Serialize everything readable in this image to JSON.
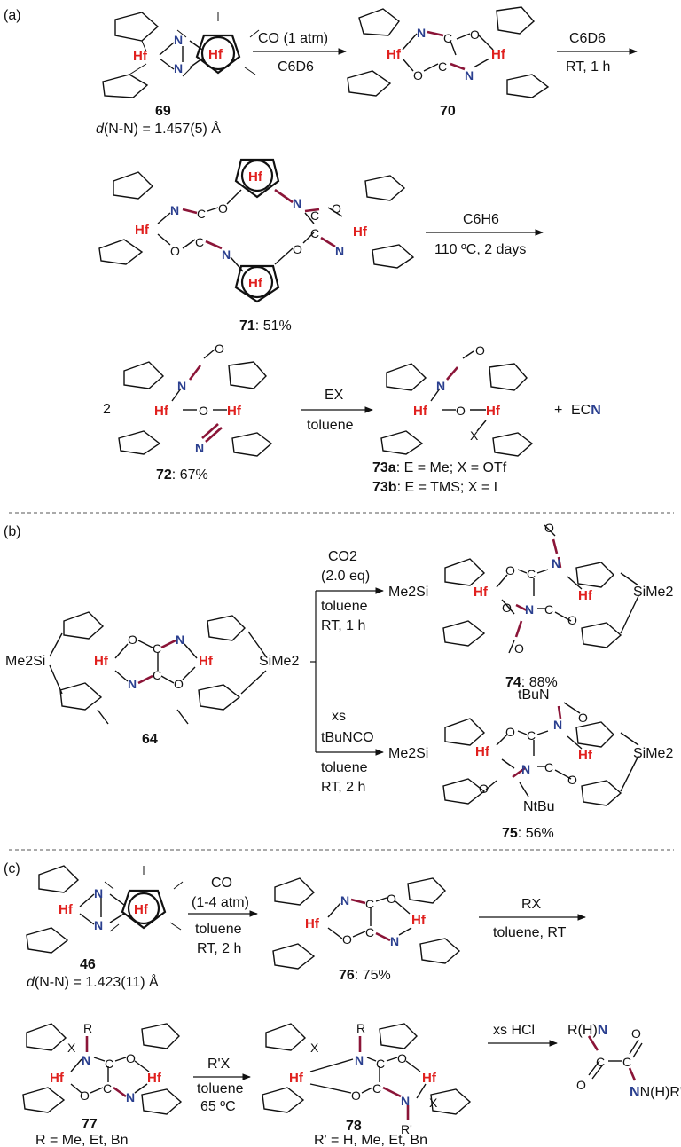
{
  "panels": {
    "a": {
      "tag": "(a)",
      "cmpd69": {
        "num": "69",
        "dist_prefix": "d",
        "dist_rest": "(N-N) = 1.457(5) Å"
      },
      "step1": {
        "above": "CO (1 atm)",
        "below": "C6D6"
      },
      "cmpd70": {
        "num": "70"
      },
      "step2": {
        "above": "C6D6",
        "below": "RT, 1 h"
      },
      "cmpd71": {
        "num": "71",
        "yield": ": 51%"
      },
      "step3": {
        "above": "C6H6",
        "below": "110 ºC, 2 days"
      },
      "coeff72": "2",
      "cmpd72": {
        "num": "72",
        "yield": ": 67%"
      },
      "step4": {
        "above": "EX",
        "below": "toluene"
      },
      "byproduct": {
        "plus": "+",
        "prefix": "EC",
        "n": "N"
      },
      "cmpd73a": {
        "num": "73a",
        "desc": ": E = Me; X = OTf"
      },
      "cmpd73b": {
        "num": "73b",
        "desc": ": E = TMS; X = I"
      }
    },
    "b": {
      "tag": "(b)",
      "cmpd64": {
        "num": "64"
      },
      "stepA": {
        "line1": "CO2",
        "line2": "(2.0 eq)",
        "line3": "toluene",
        "line4": "RT, 1 h"
      },
      "cmpd74": {
        "num": "74",
        "yield": ": 88%"
      },
      "stepB": {
        "line1": "xs",
        "line2": "tBuNCO",
        "line3": "toluene",
        "line4": "RT, 2 h"
      },
      "cmpd75": {
        "num": "75",
        "yield": ": 56%"
      }
    },
    "c": {
      "tag": "(c)",
      "cmpd46": {
        "num": "46",
        "dist_prefix": "d",
        "dist_rest": "(N-N) = 1.423(11) Å"
      },
      "step1": {
        "line1": "CO",
        "line2": "(1-4 atm)",
        "line3": "toluene",
        "line4": "RT, 2 h"
      },
      "cmpd76": {
        "num": "76",
        "yield": ": 75%"
      },
      "step2": {
        "above": "RX",
        "below": "toluene, RT"
      },
      "cmpd77": {
        "num": "77",
        "desc": "R = Me, Et, Bn"
      },
      "step3": {
        "line1": "R'X",
        "line2": "toluene",
        "line3": "65 ºC"
      },
      "cmpd78": {
        "num": "78",
        "desc": "R' = H, Me, Et, Bn"
      },
      "step4": {
        "above": "xs HCl"
      },
      "product": {
        "r1": "R(H)",
        "r2": "N(H)R'"
      }
    }
  },
  "atoms": {
    "hf": "Hf",
    "n": "N",
    "o": "O",
    "c": "C",
    "x": "X",
    "r": "R",
    "rp": "R'",
    "me2si": "Me2Si",
    "sime2": "SiMe2",
    "tbun": "tBuN",
    "ntbu": "NtBu"
  },
  "colors": {
    "hf": "#e0201e",
    "n": "#2a3f8f",
    "bond": "#8b1538"
  }
}
